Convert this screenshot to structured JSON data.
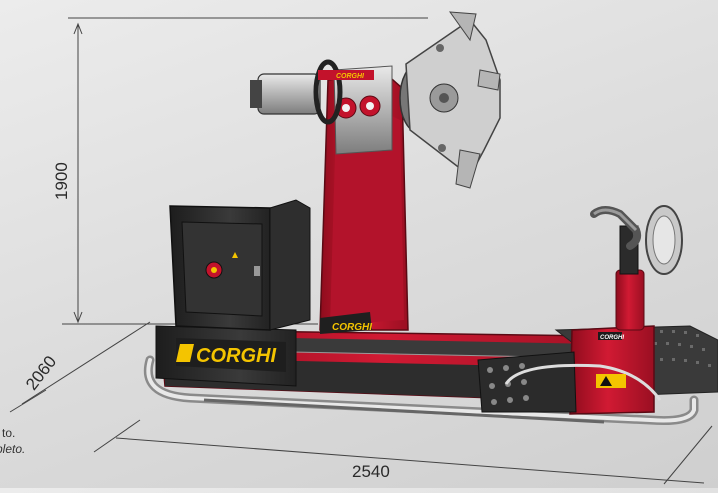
{
  "dimensions": {
    "height": "1900",
    "depth": "2060",
    "width": "2540"
  },
  "brand": {
    "name": "CORGHI",
    "name_small": "CORGHI",
    "name_column": "CORGHI"
  },
  "notes": {
    "line1": "to.",
    "line2": "pleto."
  },
  "colors": {
    "machine_red": "#c3122b",
    "dark_body": "#2b2b2b",
    "steel": "#b9b9b9",
    "logo_yellow": "#f4c400"
  }
}
